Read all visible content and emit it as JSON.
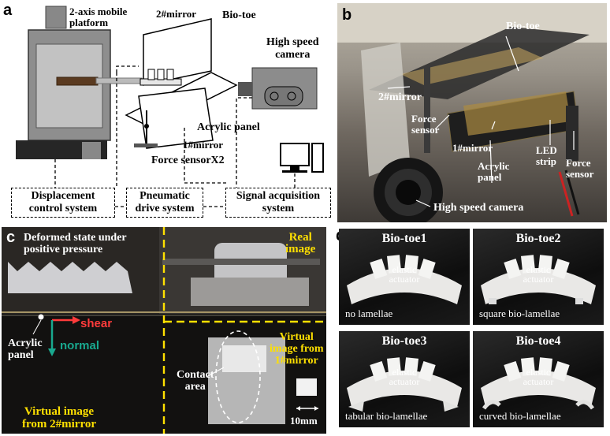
{
  "panel_a": {
    "label": "a",
    "platform": [
      "2-axis mobile",
      "platform"
    ],
    "mirror2": "2#mirror",
    "biotoe": "Bio-toe",
    "camera": [
      "High speed",
      "camera"
    ],
    "acrylic": "Acrylic panel",
    "mirror1": "1#mirror",
    "force": "Force sensorX2",
    "box_displacement": [
      "Displacement",
      "control system"
    ],
    "box_pneumatic": [
      "Pneumatic",
      "drive system"
    ],
    "box_signal": [
      "Signal acquisition",
      "system"
    ]
  },
  "panel_b": {
    "label": "b",
    "biotoe": "Bio-toe",
    "mirror2": "2#mirror",
    "force_left": [
      "Force",
      "sensor"
    ],
    "mirror1": "1#mirror",
    "acrylic": [
      "Acrylic",
      "panel"
    ],
    "led": [
      "LED",
      "strip"
    ],
    "force_right": [
      "Force",
      "sensor"
    ],
    "camera": "High speed camera"
  },
  "panel_c": {
    "label": "c",
    "deformed": [
      "Deformed state under",
      "positive pressure"
    ],
    "real": [
      "Real",
      "image"
    ],
    "shear": "shear",
    "normal": "normal",
    "acrylic": [
      "Acrylic",
      "panel"
    ],
    "virtual1": [
      "Virtual",
      "image from",
      "1#mirror"
    ],
    "contact": [
      "Contact",
      "area"
    ],
    "virtual2": [
      "Virtual image",
      "from 2#mirror"
    ],
    "scale": "10mm",
    "colors": {
      "shear": "#ff3b3b",
      "normal": "#19a98f",
      "highlight": "#ffe000"
    }
  },
  "panel_d": {
    "label": "d",
    "toes": [
      {
        "title": "Bio-toe1",
        "actuator": [
          "elastic",
          "actuator"
        ],
        "caption": "no lamellae"
      },
      {
        "title": "Bio-toe2",
        "actuator": [
          "elastic",
          "actuator"
        ],
        "caption": "square bio-lamellae"
      },
      {
        "title": "Bio-toe3",
        "actuator": [
          "elastic",
          "actuator"
        ],
        "caption": "tabular bio-lamellae"
      },
      {
        "title": "Bio-toe4",
        "actuator": [
          "elastic",
          "actuator"
        ],
        "caption": "curved bio-lamellae"
      }
    ]
  }
}
